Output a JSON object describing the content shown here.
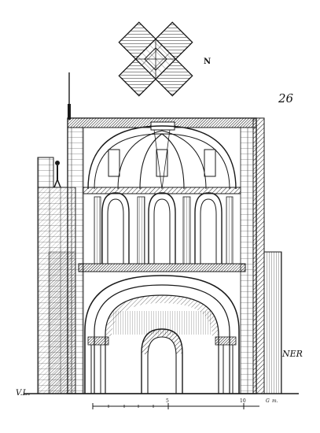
{
  "figure": {
    "plate_number": "26",
    "north_label": "N",
    "signature": "NER",
    "corner_mark": "V.L.",
    "scale": {
      "ticks": [
        "5",
        "10"
      ],
      "unit": "m.",
      "engraver": "G"
    }
  }
}
